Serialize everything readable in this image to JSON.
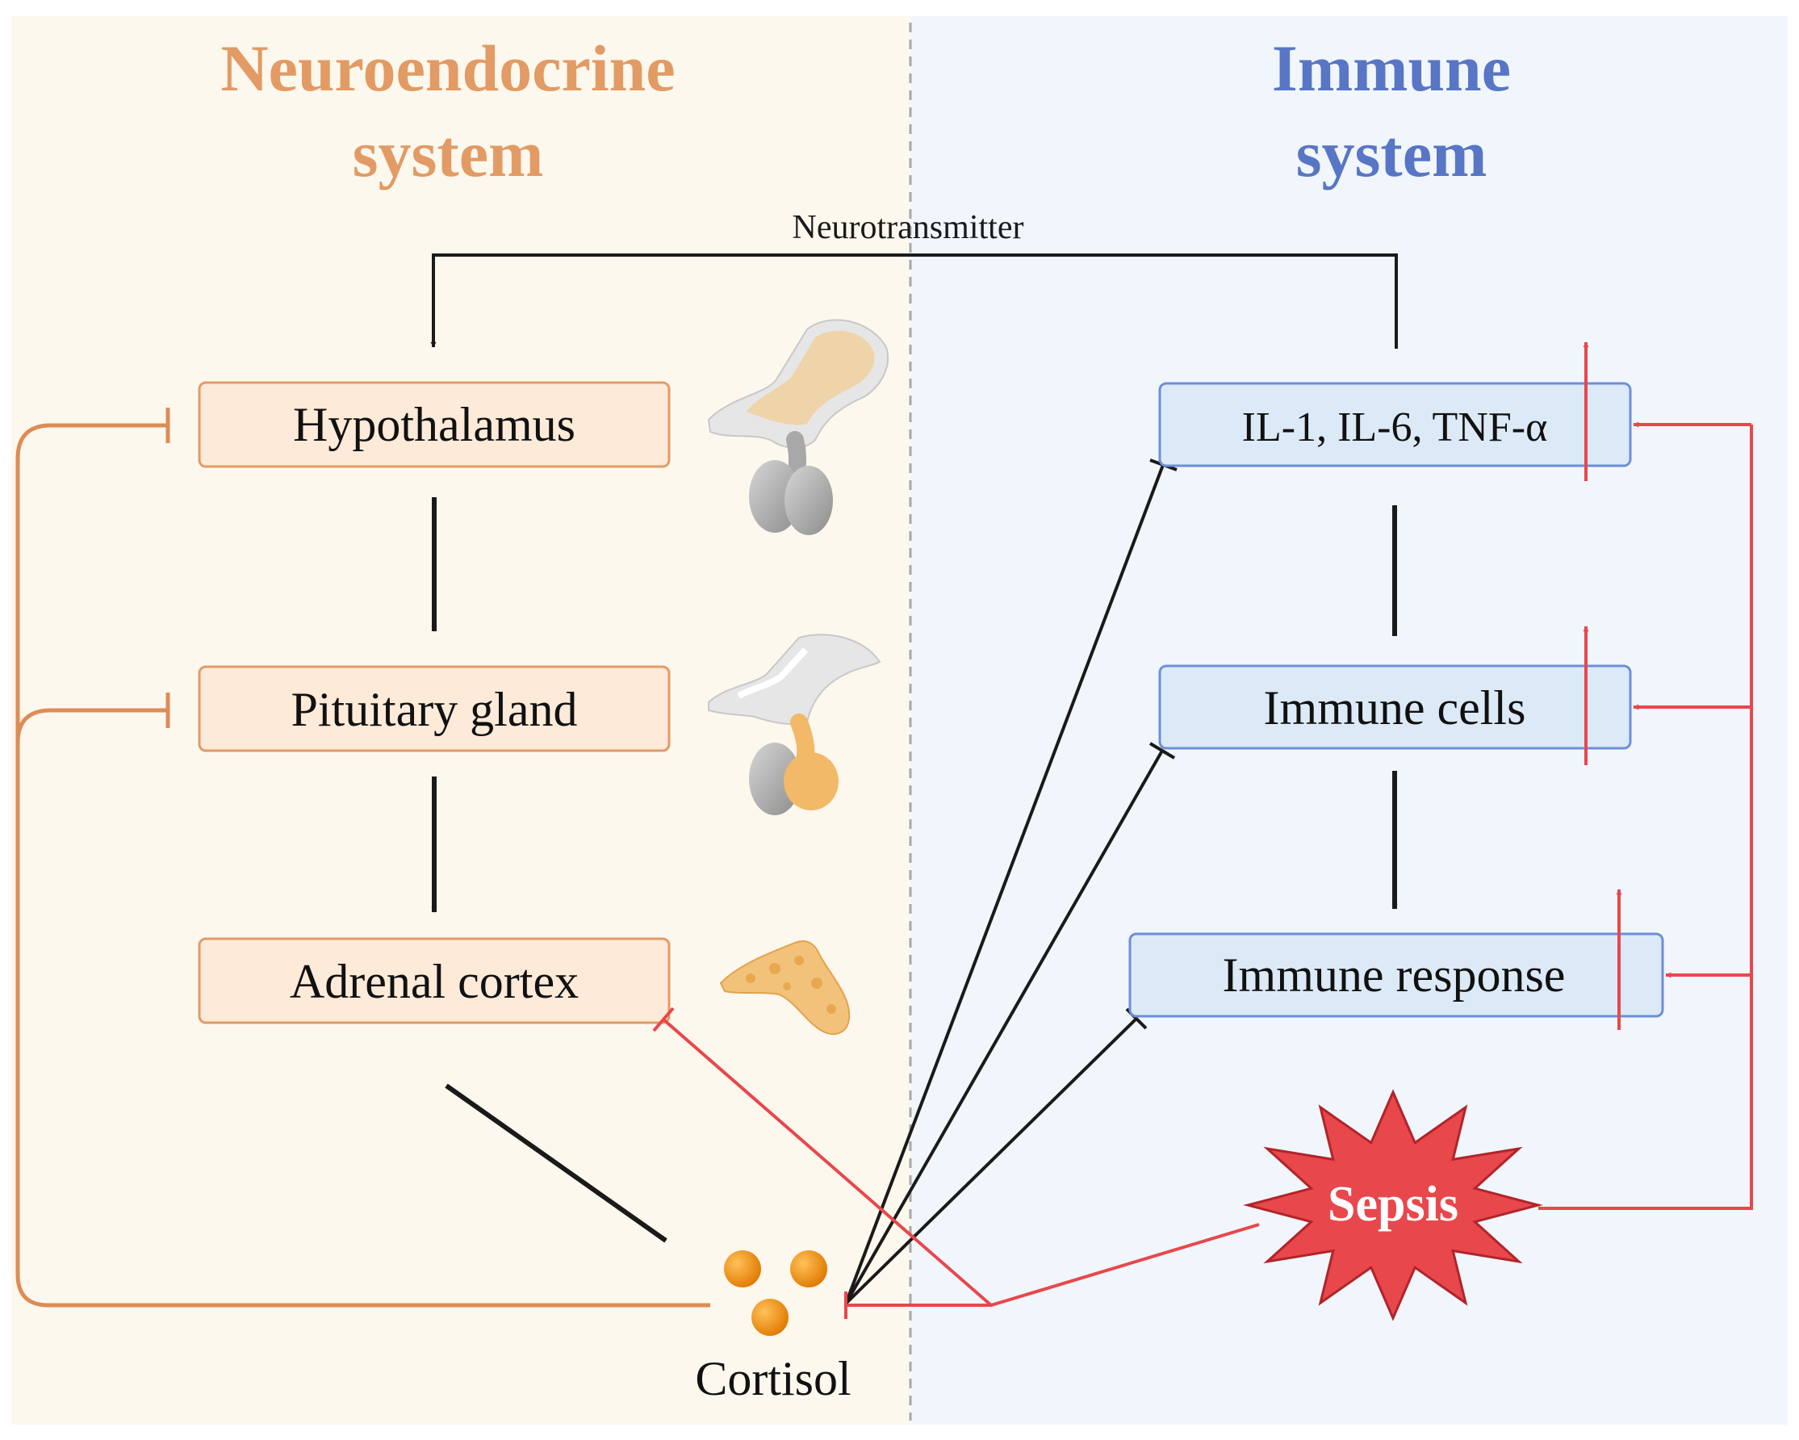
{
  "colors": {
    "left_bg": "#FDF8EE",
    "right_bg": "#F1F6FC",
    "neuro_title": "#E29B64",
    "immune_title": "#5876C5",
    "neuro_box_fill": "#FDEAD8",
    "neuro_box_stroke": "#E29B64",
    "immune_box_fill": "#DCEAF7",
    "immune_box_stroke": "#6C8FD8",
    "feedback_orange": "#DE8C55",
    "sepsis_red": "#E8474C",
    "cortisol_orange": "#E98A15",
    "arrow_black": "#1a1a1a"
  },
  "headers": {
    "neuroendocrine_line1": "Neuroendocrine",
    "neuroendocrine_line2": "system",
    "immune_line1": "Immune",
    "immune_line2": "system"
  },
  "labels": {
    "neurotransmitter": "Neurotransmitter",
    "cortisol": "Cortisol",
    "sepsis": "Sepsis"
  },
  "neuroendocrine_nodes": {
    "hypothalamus": "Hypothalamus",
    "pituitary": "Pituitary gland",
    "adrenal": "Adrenal cortex"
  },
  "immune_nodes": {
    "cytokines": "IL-1, IL-6, TNF-α",
    "immune_cells": "Immune cells",
    "immune_response": "Immune response"
  },
  "icons": [
    "hypothalamus-illustration-icon",
    "pituitary-illustration-icon",
    "adrenal-gland-illustration-icon",
    "cortisol-molecules-icon",
    "sepsis-starburst-icon"
  ]
}
